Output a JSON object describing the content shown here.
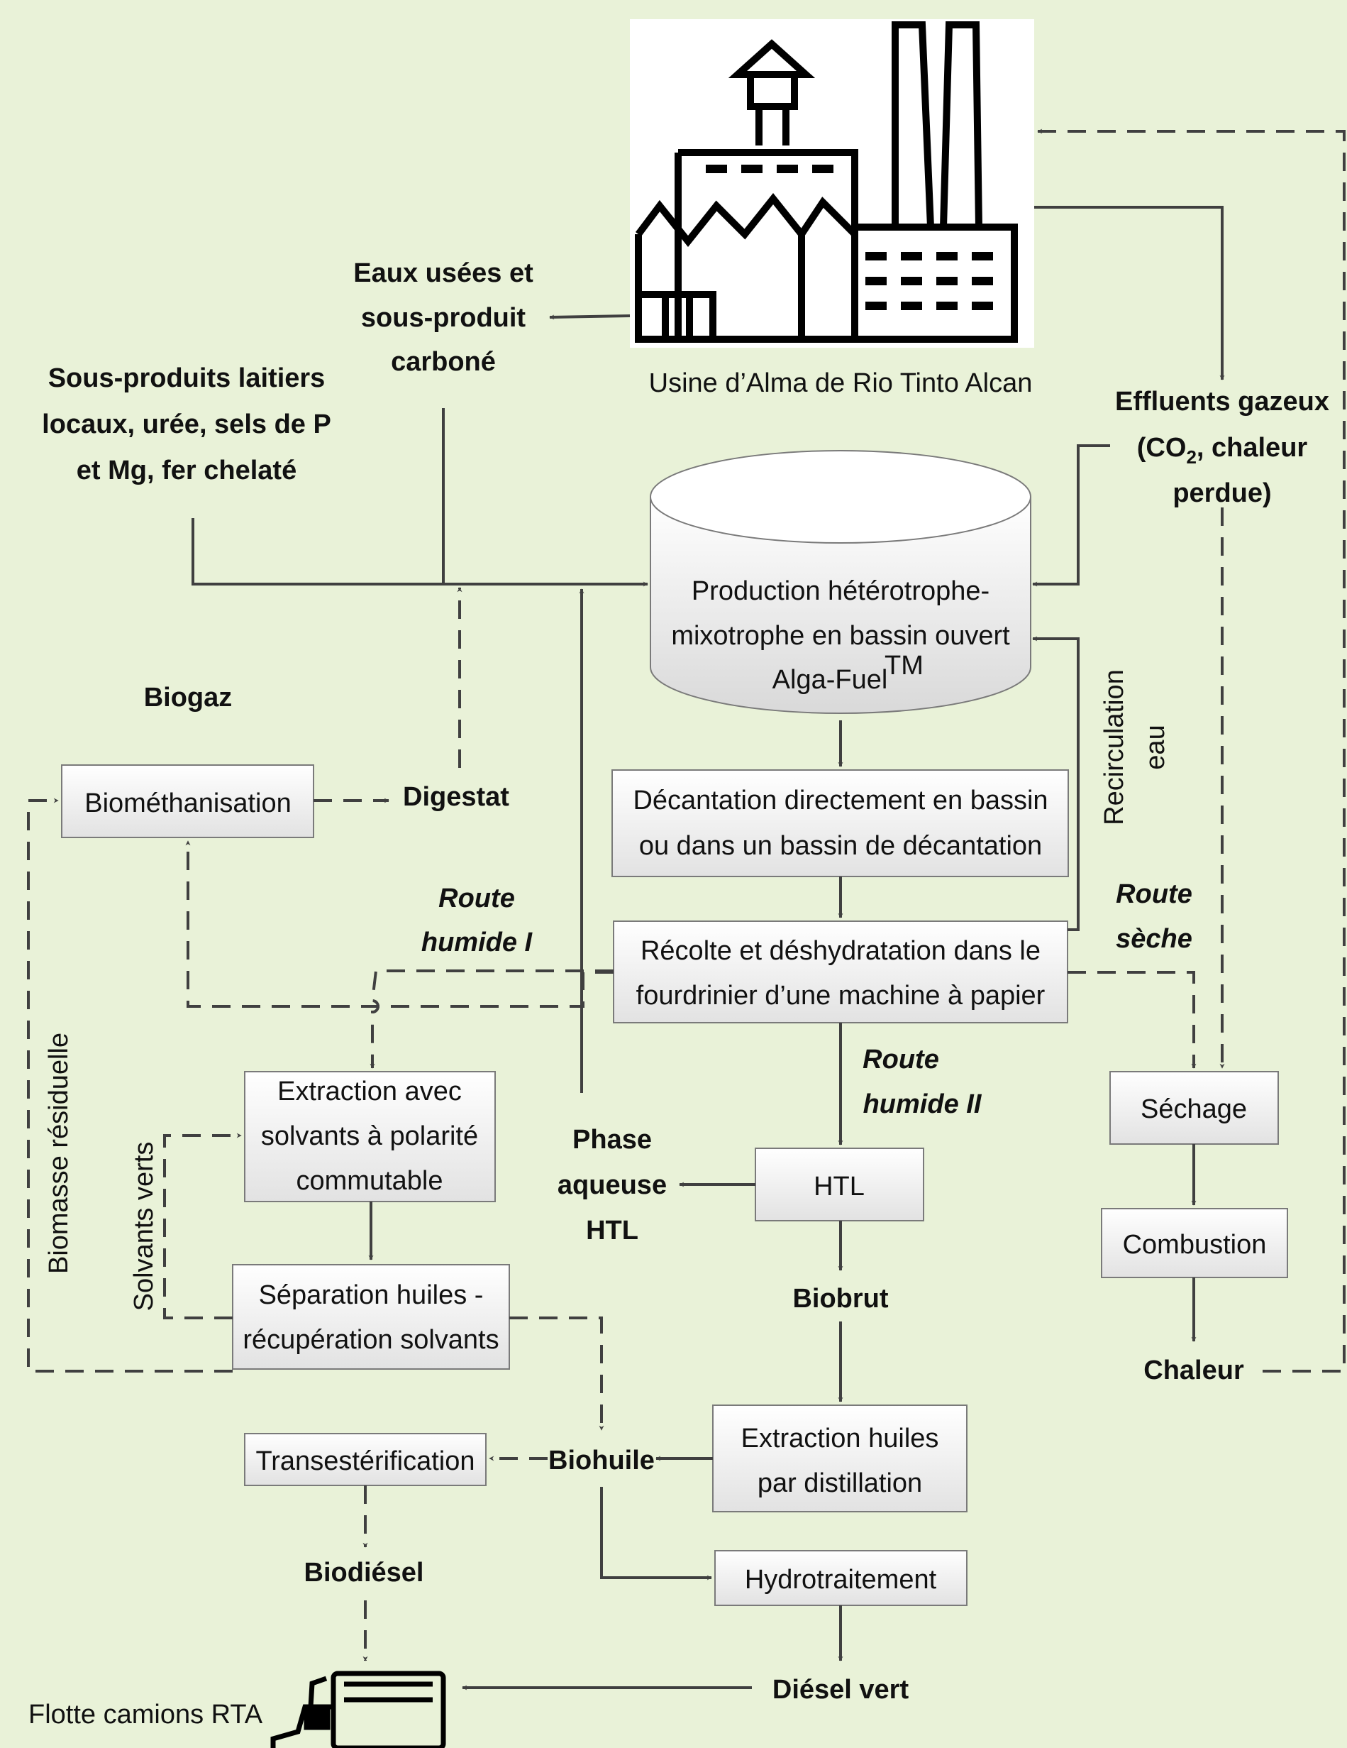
{
  "factory": {
    "caption": "Usine d’Alma de Rio Tinto Alcan"
  },
  "inputs": {
    "eaux": [
      "Eaux usées et",
      "sous-produit",
      "carboné"
    ],
    "sous_produits": [
      "Sous-produits laitiers",
      "locaux, urée, sels de P",
      "et Mg, fer chelaté"
    ],
    "effluents": [
      "Effluents gazeux",
      "(CO",
      "2",
      ", chaleur",
      "perdue)"
    ]
  },
  "tank": {
    "line1": "Production hétérotrophe-",
    "line2": "mixotrophe en bassin ouvert",
    "line3": "Alga-Fuel",
    "tm": "TM"
  },
  "boxes": {
    "decantation": [
      "Décantation directement en bassin",
      "ou dans un bassin de décantation"
    ],
    "recolte": [
      "Récolte et déshydratation dans le",
      "fourdrinier d’une machine à papier"
    ],
    "biomethanisation": "Biométhanisation",
    "extraction_solvants": [
      "Extraction avec",
      "solvants à polarité",
      "commutable"
    ],
    "separation": [
      "Séparation huiles -",
      "récupération solvants"
    ],
    "htl": "HTL",
    "extraction_distillation": [
      "Extraction huiles",
      "par distillation"
    ],
    "transesterification": "Transestérification",
    "hydrotraitement": "Hydrotraitement",
    "sechage": "Séchage",
    "combustion": "Combustion"
  },
  "labels": {
    "biogaz": "Biogaz",
    "digestat": "Digestat",
    "route_humide_1": [
      "Route",
      "humide I"
    ],
    "route_humide_2": [
      "Route",
      "humide II"
    ],
    "route_seche": [
      "Route",
      "sèche"
    ],
    "recirculation": [
      "Recirculation",
      "eau"
    ],
    "phase_aqueuse": [
      "Phase",
      "aqueuse",
      "HTL"
    ],
    "biobrut": "Biobrut",
    "biohuile": "Biohuile",
    "biodiesel": "Biodiésel",
    "diesel_vert": "Diésel vert",
    "chaleur": "Chaleur",
    "biomasse_residuelle": "Biomasse résiduelle",
    "solvants_verts": "Solvants verts",
    "flotte": "Flotte camions RTA"
  }
}
